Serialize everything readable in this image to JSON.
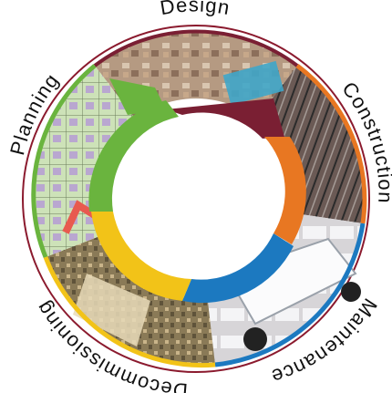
{
  "diagram": {
    "type": "lifecycle-cycle",
    "phases": [
      {
        "label": "Design",
        "color": "#7a1f33",
        "photo": "aerial-city-photo"
      },
      {
        "label": "Construction",
        "color": "#e87722",
        "photo": "steel-frame-photo"
      },
      {
        "label": "Maintenance",
        "color": "#1c79c0",
        "photo": "white-van-photo"
      },
      {
        "label": "Decommissioning",
        "color": "#f2c318",
        "photo": "demolition-photo"
      },
      {
        "label": "Planning",
        "color": "#6ab43e",
        "photo": "site-plan-photo"
      }
    ]
  }
}
